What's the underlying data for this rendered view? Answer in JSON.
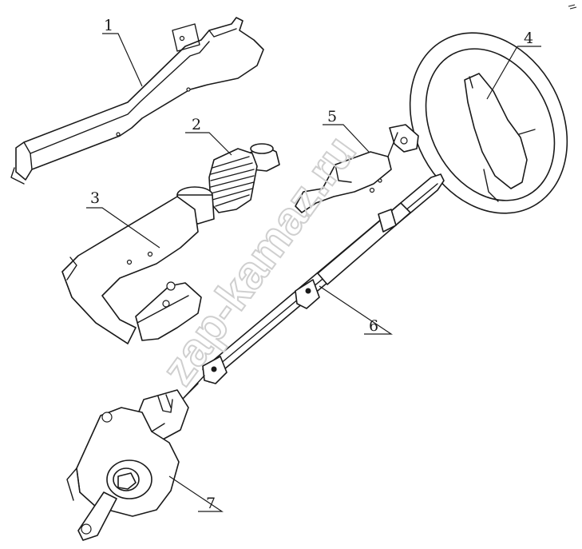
{
  "figure": {
    "labels": [
      {
        "id": "1",
        "text": "1"
      },
      {
        "id": "2",
        "text": "2"
      },
      {
        "id": "3",
        "text": "3"
      },
      {
        "id": "4",
        "text": "4"
      },
      {
        "id": "5",
        "text": "5"
      },
      {
        "id": "6",
        "text": "6"
      },
      {
        "id": "7",
        "text": "7"
      }
    ],
    "watermark": "zap-kamaz.ru",
    "colors": {
      "line": "#1a1a1a",
      "background": "#ffffff",
      "watermark": "#cfcfcf"
    }
  }
}
